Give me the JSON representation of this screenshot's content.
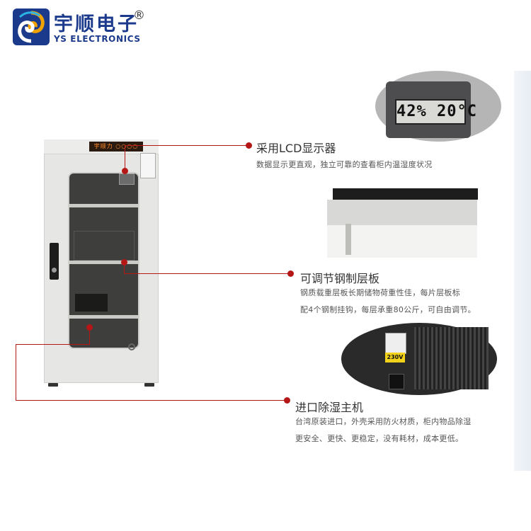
{
  "logo": {
    "name_cn": "宇顺电子",
    "registered": "®",
    "name_en": "YS ELECTRONICS",
    "icon": "swirl-logo-icon"
  },
  "cabinet": {
    "display_text": "宇顺力 ○○○○"
  },
  "details": {
    "hygrometer_reading": "42% 20°C",
    "voltage_label": "230V"
  },
  "features": [
    {
      "title": "采用LCD显示器",
      "desc_lines": [
        "数据显示更直观，独立可靠的查看柜内温湿度状况"
      ]
    },
    {
      "title": "可调节钢制层板",
      "desc_lines": [
        "钢质载重层板长期储物荷重性佳，每片层板标",
        "配4个钢制挂钩，每层承重80公斤，可自由调节。"
      ]
    },
    {
      "title": "进口除湿主机",
      "desc_lines": [
        "台湾原装进口，外壳采用防火材质，柜内物品除湿",
        "更安全、更快、更稳定，没有耗材，成本更低。"
      ]
    }
  ],
  "colors": {
    "accent": "#b51717",
    "brand": "#1b3a8c"
  }
}
